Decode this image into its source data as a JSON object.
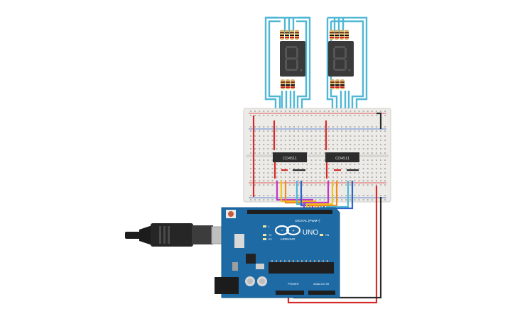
{
  "circuit": {
    "ic_labels": [
      "CD4511",
      "CD4511"
    ],
    "arduino": {
      "model_label": "UNO",
      "brand_label": "ARDUINO",
      "digital_header_label": "DIGITAL (PWM~)",
      "power_label": "POWER",
      "analog_label": "ANALOG IN",
      "led_labels": [
        "L",
        "TX",
        "RX"
      ],
      "on_label": "ON"
    },
    "colors": {
      "breadboard": "#ecebe8",
      "arduino_board": "#1d6aa5",
      "wire_cyan": "#4fb8d6",
      "wire_red": "#d62b2b",
      "wire_black": "#2a2a2a",
      "wire_yellow": "#f0c419",
      "wire_orange": "#f08c1f",
      "wire_magenta": "#c437c4",
      "wire_blue": "#2f63c8",
      "display_body": "#3a3a3a"
    }
  }
}
